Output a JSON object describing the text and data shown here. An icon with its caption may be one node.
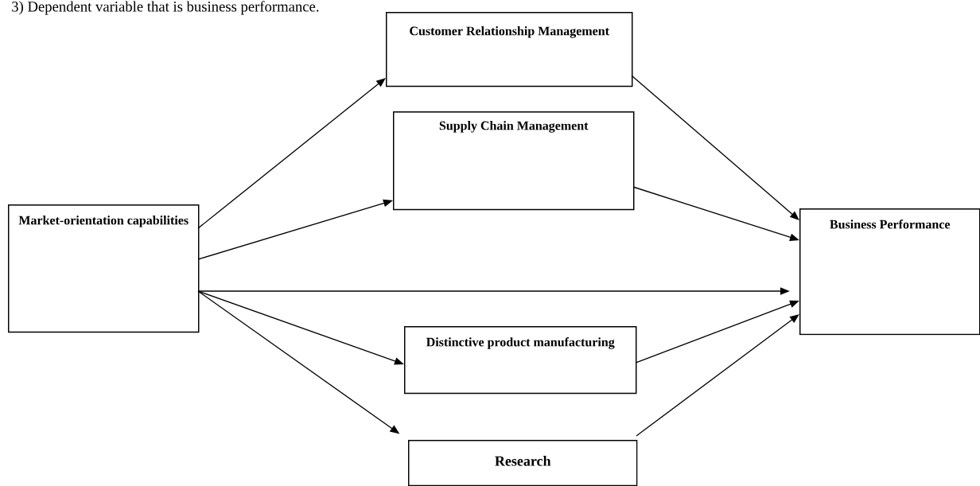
{
  "diagram": {
    "title": "3) Dependent variable that is business performance.",
    "nodes": [
      {
        "text": [
          "Market-orientation capabilities"
        ]
      },
      {
        "text": [
          "Customer Relationship Management"
        ]
      },
      {
        "text": [
          "Supply Chain Management"
        ]
      },
      {
        "text": [
          "Business Performance"
        ]
      },
      {
        "text": [
          "Distinctive product manufacturing"
        ]
      },
      {
        "text": [
          "Research"
        ]
      }
    ],
    "edges": [
      {
        "from": 0,
        "to": 1,
        "arrow": "to"
      },
      {
        "from": 0,
        "to": 2,
        "arrow": "to"
      },
      {
        "from": 0,
        "to": 3,
        "arrow": "to"
      },
      {
        "from": 0,
        "to": 4,
        "arrow": "to"
      },
      {
        "from": 0,
        "to": 5,
        "arrow": "to"
      },
      {
        "from": 1,
        "to": 3,
        "arrow": "to"
      },
      {
        "from": 2,
        "to": 3,
        "arrow": "to"
      },
      {
        "from": 4,
        "to": 3,
        "arrow": "to"
      },
      {
        "from": 5,
        "to": 3,
        "arrow": "to"
      }
    ]
  }
}
